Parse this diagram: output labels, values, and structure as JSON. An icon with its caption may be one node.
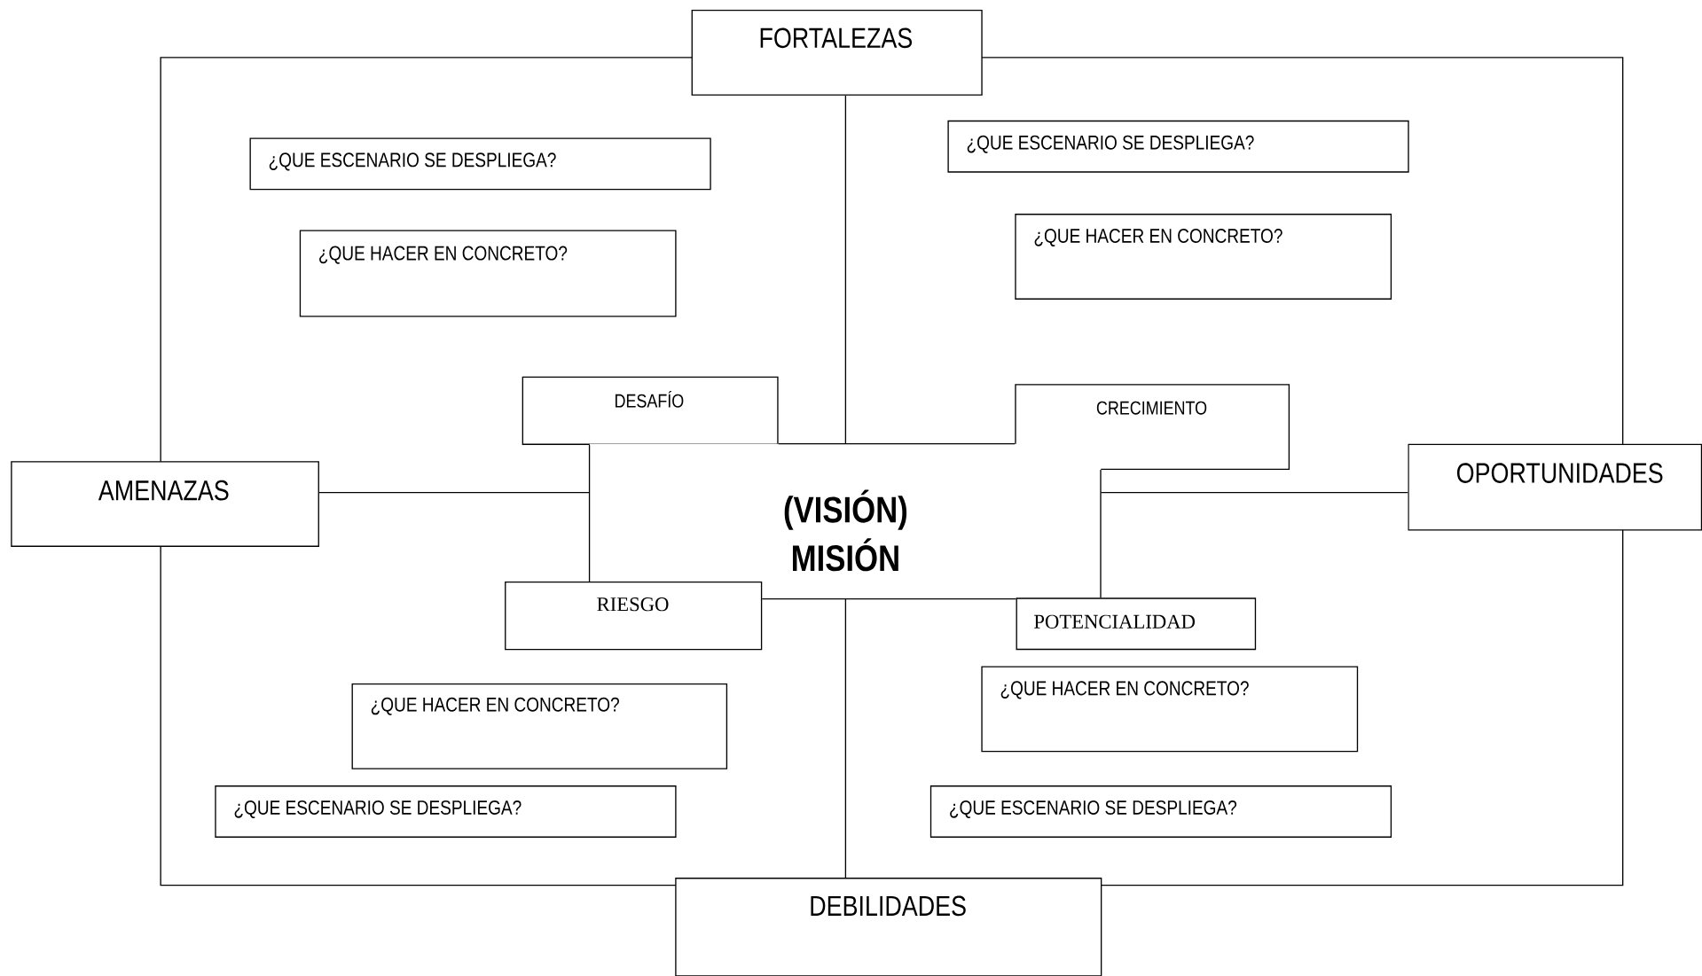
{
  "diagram": {
    "nodes": [
      {
        "text": [
          "FORTALEZAS"
        ]
      },
      {
        "text": [
          "¿QUE ESCENARIO SE DESPLIEGA?"
        ]
      },
      {
        "text": [
          "¿QUE ESCENARIO SE DESPLIEGA?"
        ]
      },
      {
        "text": [
          "¿QUE HACER EN CONCRETO?"
        ]
      },
      {
        "text": [
          "¿QUE HACER EN CONCRETO?"
        ]
      },
      {
        "text": [
          "DESAFÍO"
        ]
      },
      {
        "text": [
          "CRECIMIENTO"
        ]
      },
      {
        "text": [
          "AMENAZAS"
        ]
      },
      {
        "text": [
          "(VISIÓN) MISIÓN"
        ]
      },
      {
        "text": [
          "OPORTUNIDADES"
        ]
      },
      {
        "text": [
          "RIESGO"
        ]
      },
      {
        "text": [
          "POTENCIALIDAD"
        ]
      },
      {
        "text": [
          "¿QUE HACER EN CONCRETO?"
        ]
      },
      {
        "text": [
          "¿QUE HACER EN CONCRETO?"
        ]
      },
      {
        "text": [
          "¿QUE ESCENARIO SE DESPLIEGA?"
        ]
      },
      {
        "text": [
          "¿QUE ESCENARIO SE DESPLIEGA?"
        ]
      },
      {
        "text": [
          "DEBILIDADES"
        ]
      }
    ],
    "edges": [
      {
        "from": 0,
        "to": 8,
        "arrow": "none"
      },
      {
        "from": 5,
        "to": 6,
        "arrow": "none"
      },
      {
        "from": 7,
        "to": 8,
        "arrow": "none"
      },
      {
        "from": 8,
        "to": 9,
        "arrow": "none"
      },
      {
        "from": 5,
        "to": 10,
        "arrow": "none"
      },
      {
        "from": 6,
        "to": 11,
        "arrow": "none"
      },
      {
        "from": 10,
        "to": 11,
        "arrow": "none"
      },
      {
        "from": 8,
        "to": 16,
        "arrow": "none"
      }
    ]
  }
}
